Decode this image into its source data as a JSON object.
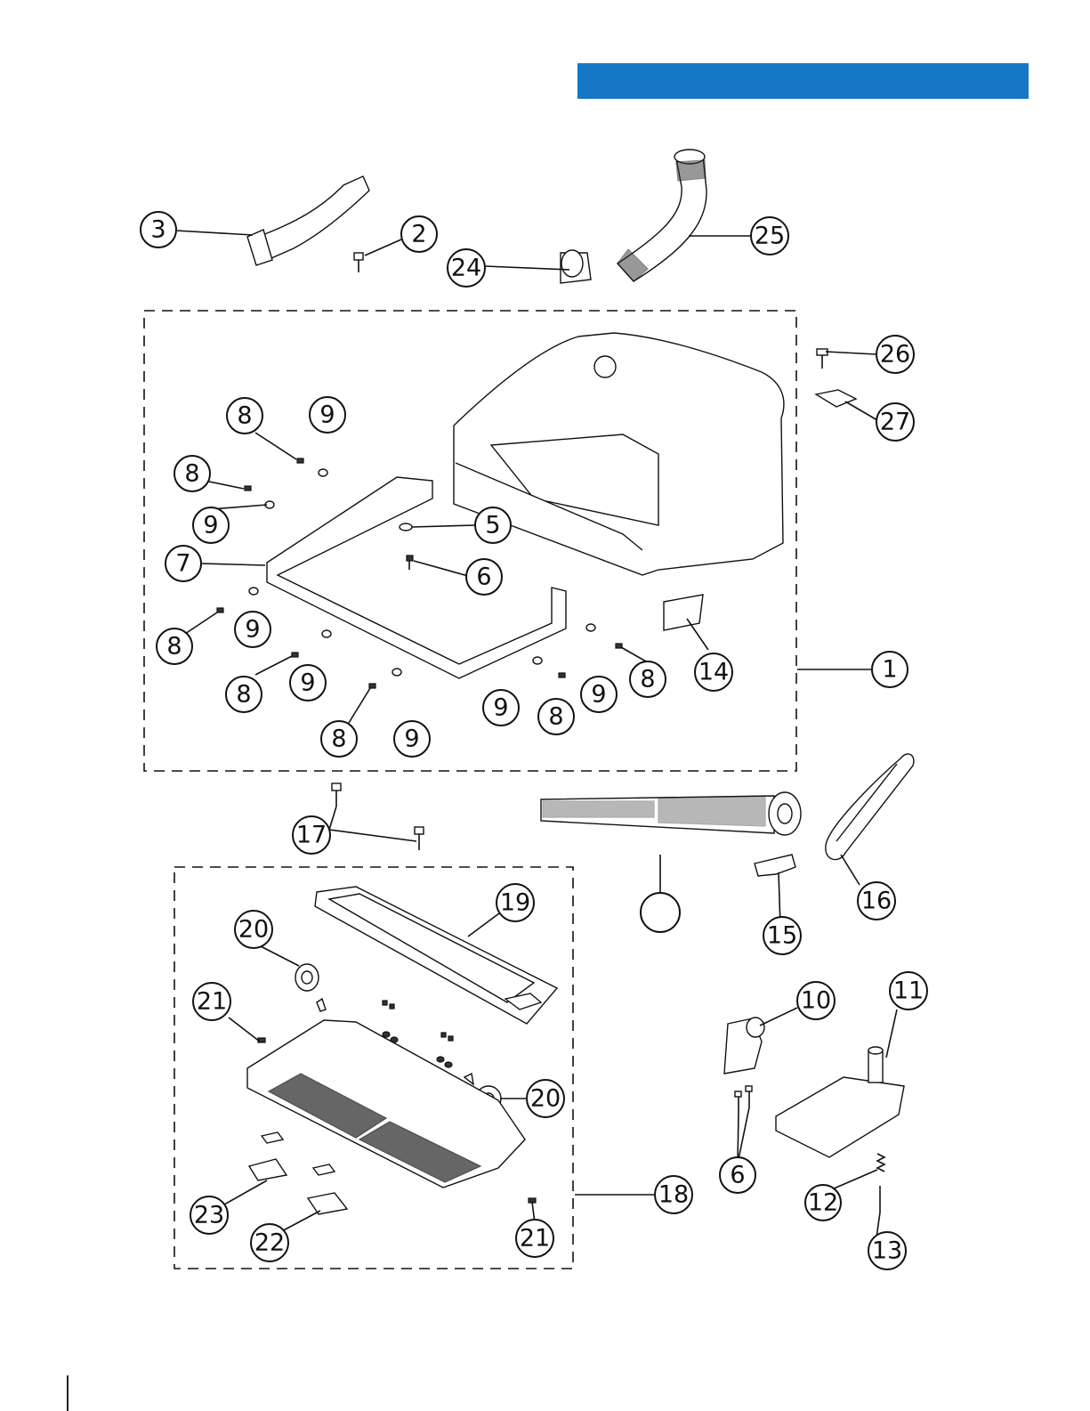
{
  "header": {
    "bar_color": "#1677c6"
  },
  "diagram": {
    "callouts": [
      "3",
      "2",
      "24",
      "25",
      "26",
      "27",
      "8",
      "9",
      "8",
      "9",
      "7",
      "5",
      "6",
      "8",
      "9",
      "8",
      "9",
      "8",
      "9",
      "9",
      "8",
      "9",
      "8",
      "14",
      "1",
      "17",
      "19",
      "20",
      "21",
      "20",
      "16",
      "15",
      "10",
      "11",
      "6",
      "18",
      "23",
      "22",
      "21",
      "12",
      "13",
      ""
    ]
  }
}
